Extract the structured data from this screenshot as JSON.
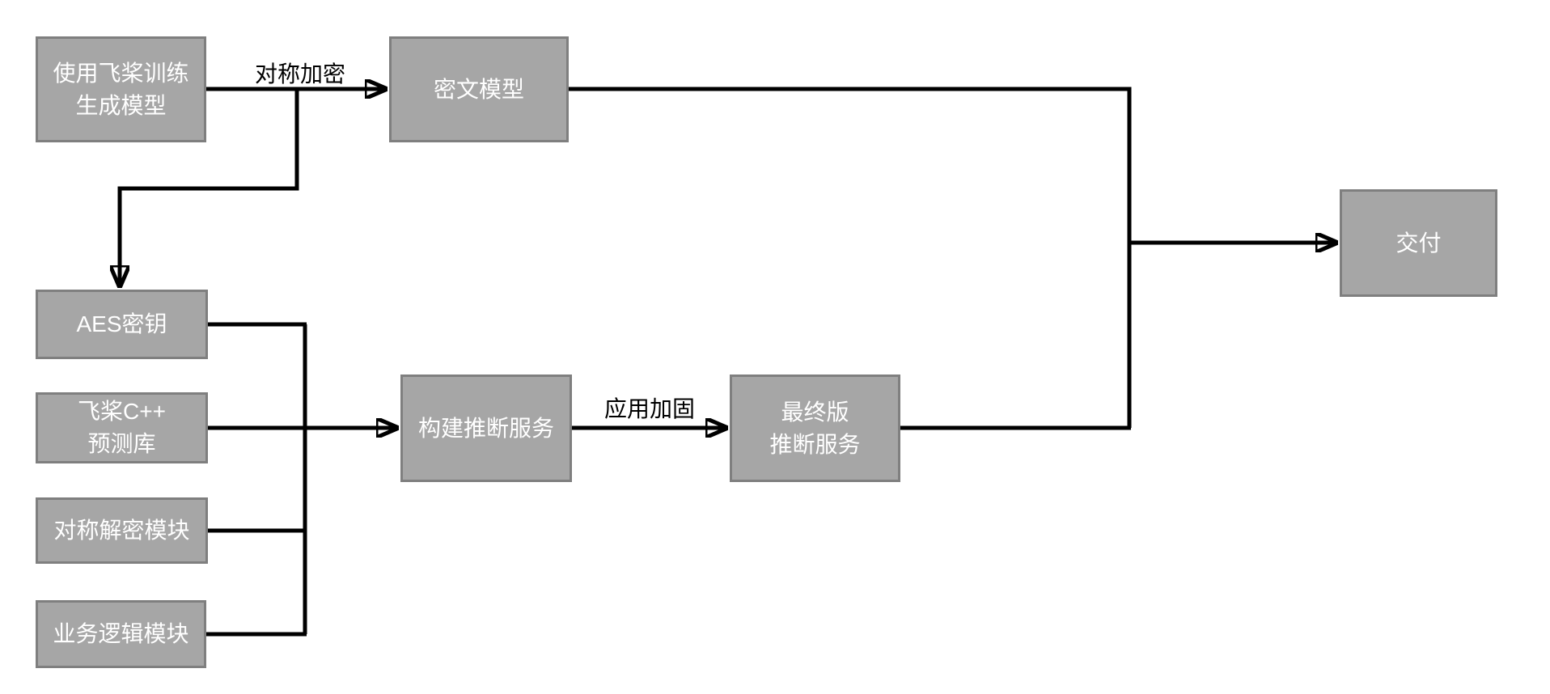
{
  "diagram": {
    "type": "flowchart",
    "colors": {
      "node_fill": "#a6a6a6",
      "node_border": "#7f7f7f",
      "node_text": "#ffffff",
      "connector": "#000000",
      "label_text": "#000000",
      "background": "#ffffff"
    },
    "nodes": {
      "train": {
        "label": "使用飞桨训练\n生成模型"
      },
      "cipher_model": {
        "label": "密文模型"
      },
      "aes_key": {
        "label": "AES密钥"
      },
      "paddle_lib": {
        "label": "飞桨C++\n预测库"
      },
      "decrypt_module": {
        "label": "对称解密模块"
      },
      "business_module": {
        "label": "业务逻辑模块"
      },
      "build_inference": {
        "label": "构建推断服务"
      },
      "final_inference": {
        "label": "最终版\n推断服务"
      },
      "delivery": {
        "label": "交付"
      }
    },
    "edge_labels": {
      "symmetric_encryption": "对称加密",
      "app_hardening": "应用加固"
    },
    "edges": [
      {
        "from": "train",
        "to": "cipher_model",
        "label": "对称加密"
      },
      {
        "from": "train",
        "to": "aes_key",
        "label": ""
      },
      {
        "from": "aes_key",
        "to": "build_inference",
        "label": ""
      },
      {
        "from": "paddle_lib",
        "to": "build_inference",
        "label": ""
      },
      {
        "from": "decrypt_module",
        "to": "build_inference",
        "label": ""
      },
      {
        "from": "business_module",
        "to": "build_inference",
        "label": ""
      },
      {
        "from": "build_inference",
        "to": "final_inference",
        "label": "应用加固"
      },
      {
        "from": "cipher_model",
        "to": "delivery",
        "label": ""
      },
      {
        "from": "final_inference",
        "to": "delivery",
        "label": ""
      }
    ]
  }
}
